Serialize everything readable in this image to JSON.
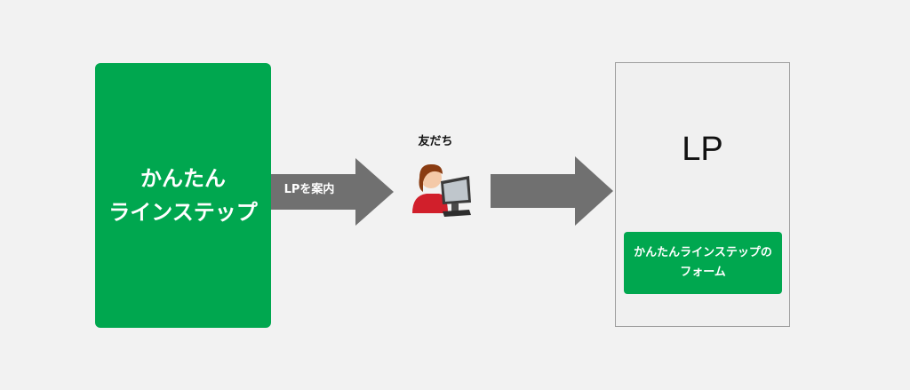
{
  "service": {
    "label": "かんたん\nラインステップ",
    "color": "#00a74f"
  },
  "flow": {
    "guide_label": "LPを案内",
    "arrow_color": "#707070"
  },
  "friend": {
    "label": "友だち",
    "icon": "person-at-computer-icon"
  },
  "lp": {
    "title": "LP",
    "form_label": "かんたんラインステップの\nフォーム"
  }
}
